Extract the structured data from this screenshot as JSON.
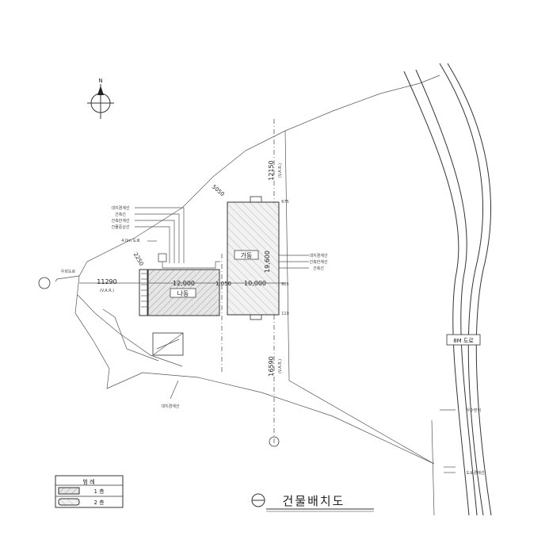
{
  "title": "건물배치도",
  "north_label": "N",
  "buildings": {
    "na": {
      "label": "나동",
      "width": "12,000"
    },
    "ga": {
      "label": "가동",
      "depth": "19,600",
      "width": "10,000"
    }
  },
  "dimensions": {
    "gap": "1,050",
    "west_setback": "11290",
    "west_setback_note": "(V.A.R.)",
    "north_setback": "12150",
    "north_setback_note": "(V.A.R.)",
    "south_setback": "16590",
    "south_setback_note": "(V.A.R.)",
    "diag_1": "5050",
    "diag_2": "2250",
    "tick_a": "675",
    "tick_b": "805",
    "tick_c": "110"
  },
  "road_label": "8M 도로",
  "legend": {
    "title": "범 례",
    "items": [
      {
        "label": "1 층"
      },
      {
        "label": "2 층"
      }
    ]
  },
  "annotations": {
    "note_left_1": "대지경계선",
    "note_left_2": "건축선",
    "note_left_3": "건축한계선",
    "note_left_4": "건물중심선",
    "note_left_5": "4.0m 도로",
    "note_right_1": "대지경계선",
    "note_right_2": "건축한계선",
    "note_right_3": "건축선",
    "note_bottom": "대지경계선",
    "note_west": "우회도로",
    "note_road_1": "우수받이",
    "note_road_2": "도로경계선"
  }
}
